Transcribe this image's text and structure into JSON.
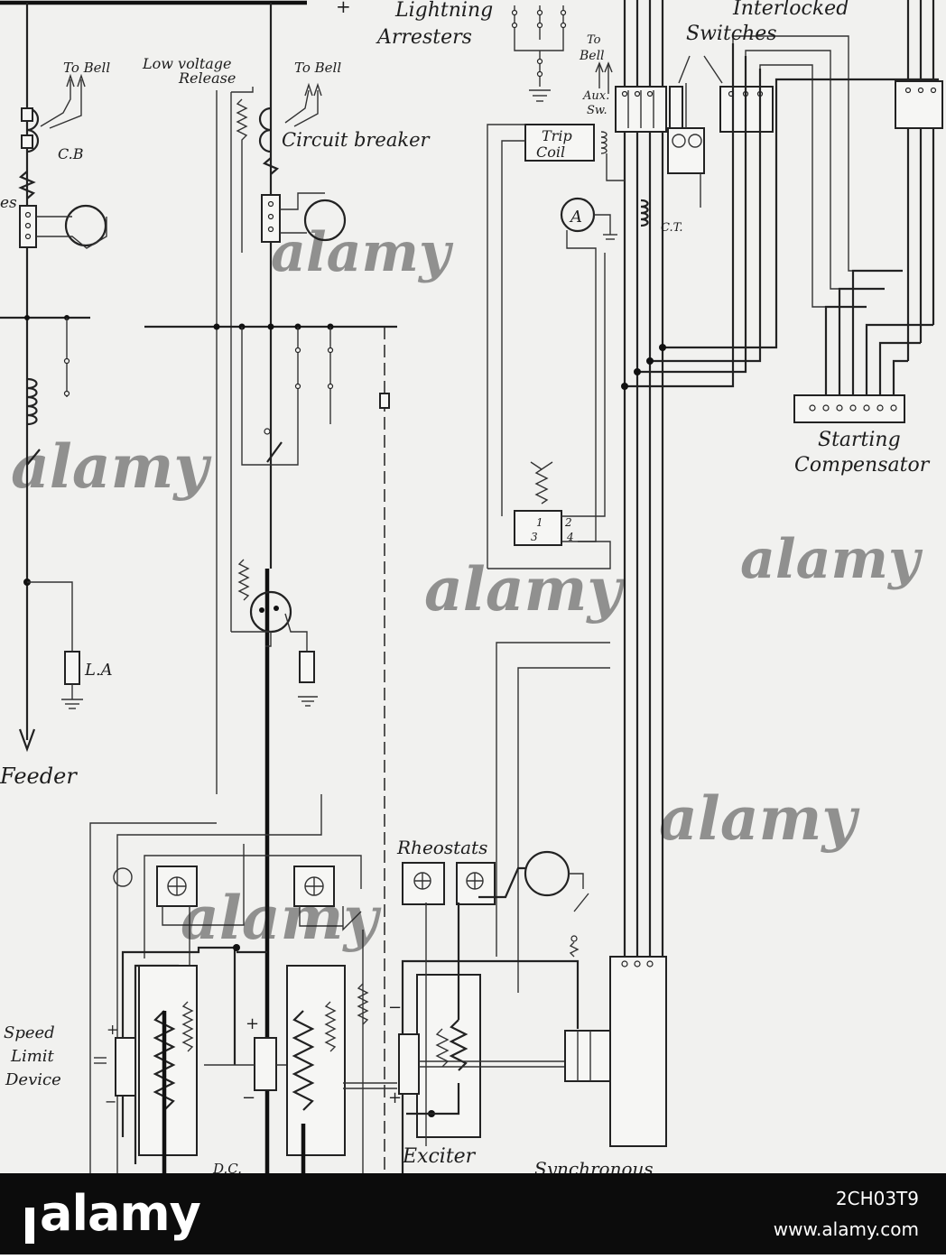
{
  "diagram": {
    "labels": {
      "lightning_arresters": [
        "Lightning",
        "Arresters"
      ],
      "interlocked_switches": [
        "Interlocked",
        "Switches"
      ],
      "to_bell": [
        "To",
        "Bell"
      ],
      "aux_sw": [
        "Aux.",
        "Sw."
      ],
      "low_voltage_release": [
        "Low voltage",
        "Release"
      ],
      "to_bell_1": "To Bell",
      "to_bell_2": "To Bell",
      "cb": "C.B",
      "circuit_breaker": "Circuit breaker",
      "trip_coil": [
        "Trip",
        "Coil"
      ],
      "ammeter": "A",
      "ct": "C.T.",
      "starting_compensator": [
        "Starting",
        "Compensator"
      ],
      "la": "L.A",
      "feeder": "Feeder",
      "rheostats": "Rheostats",
      "speed_limit_device": [
        "Speed",
        "Limit",
        "Device"
      ],
      "exciter": "Exciter",
      "dc": "D.C.",
      "synchronous": "Synchronous",
      "partial_left": "es",
      "plus": "+",
      "minus": "−",
      "relay_terminals": [
        "1",
        "2",
        "3",
        "4"
      ]
    },
    "watermarks": [
      "alamy",
      "alamy",
      "alamy",
      "alamy",
      "alamy",
      "alamy"
    ]
  },
  "footer": {
    "brand": "alamy",
    "image_id": "2CH03T9",
    "site_url": "www.alamy.com"
  },
  "colors": {
    "paper": "#f1f1ef",
    "ink": "#1d1d1d",
    "footer_bg": "#0c0c0c",
    "footer_text": "#ffffff"
  },
  "icons": [
    "brand-mark-icon"
  ]
}
